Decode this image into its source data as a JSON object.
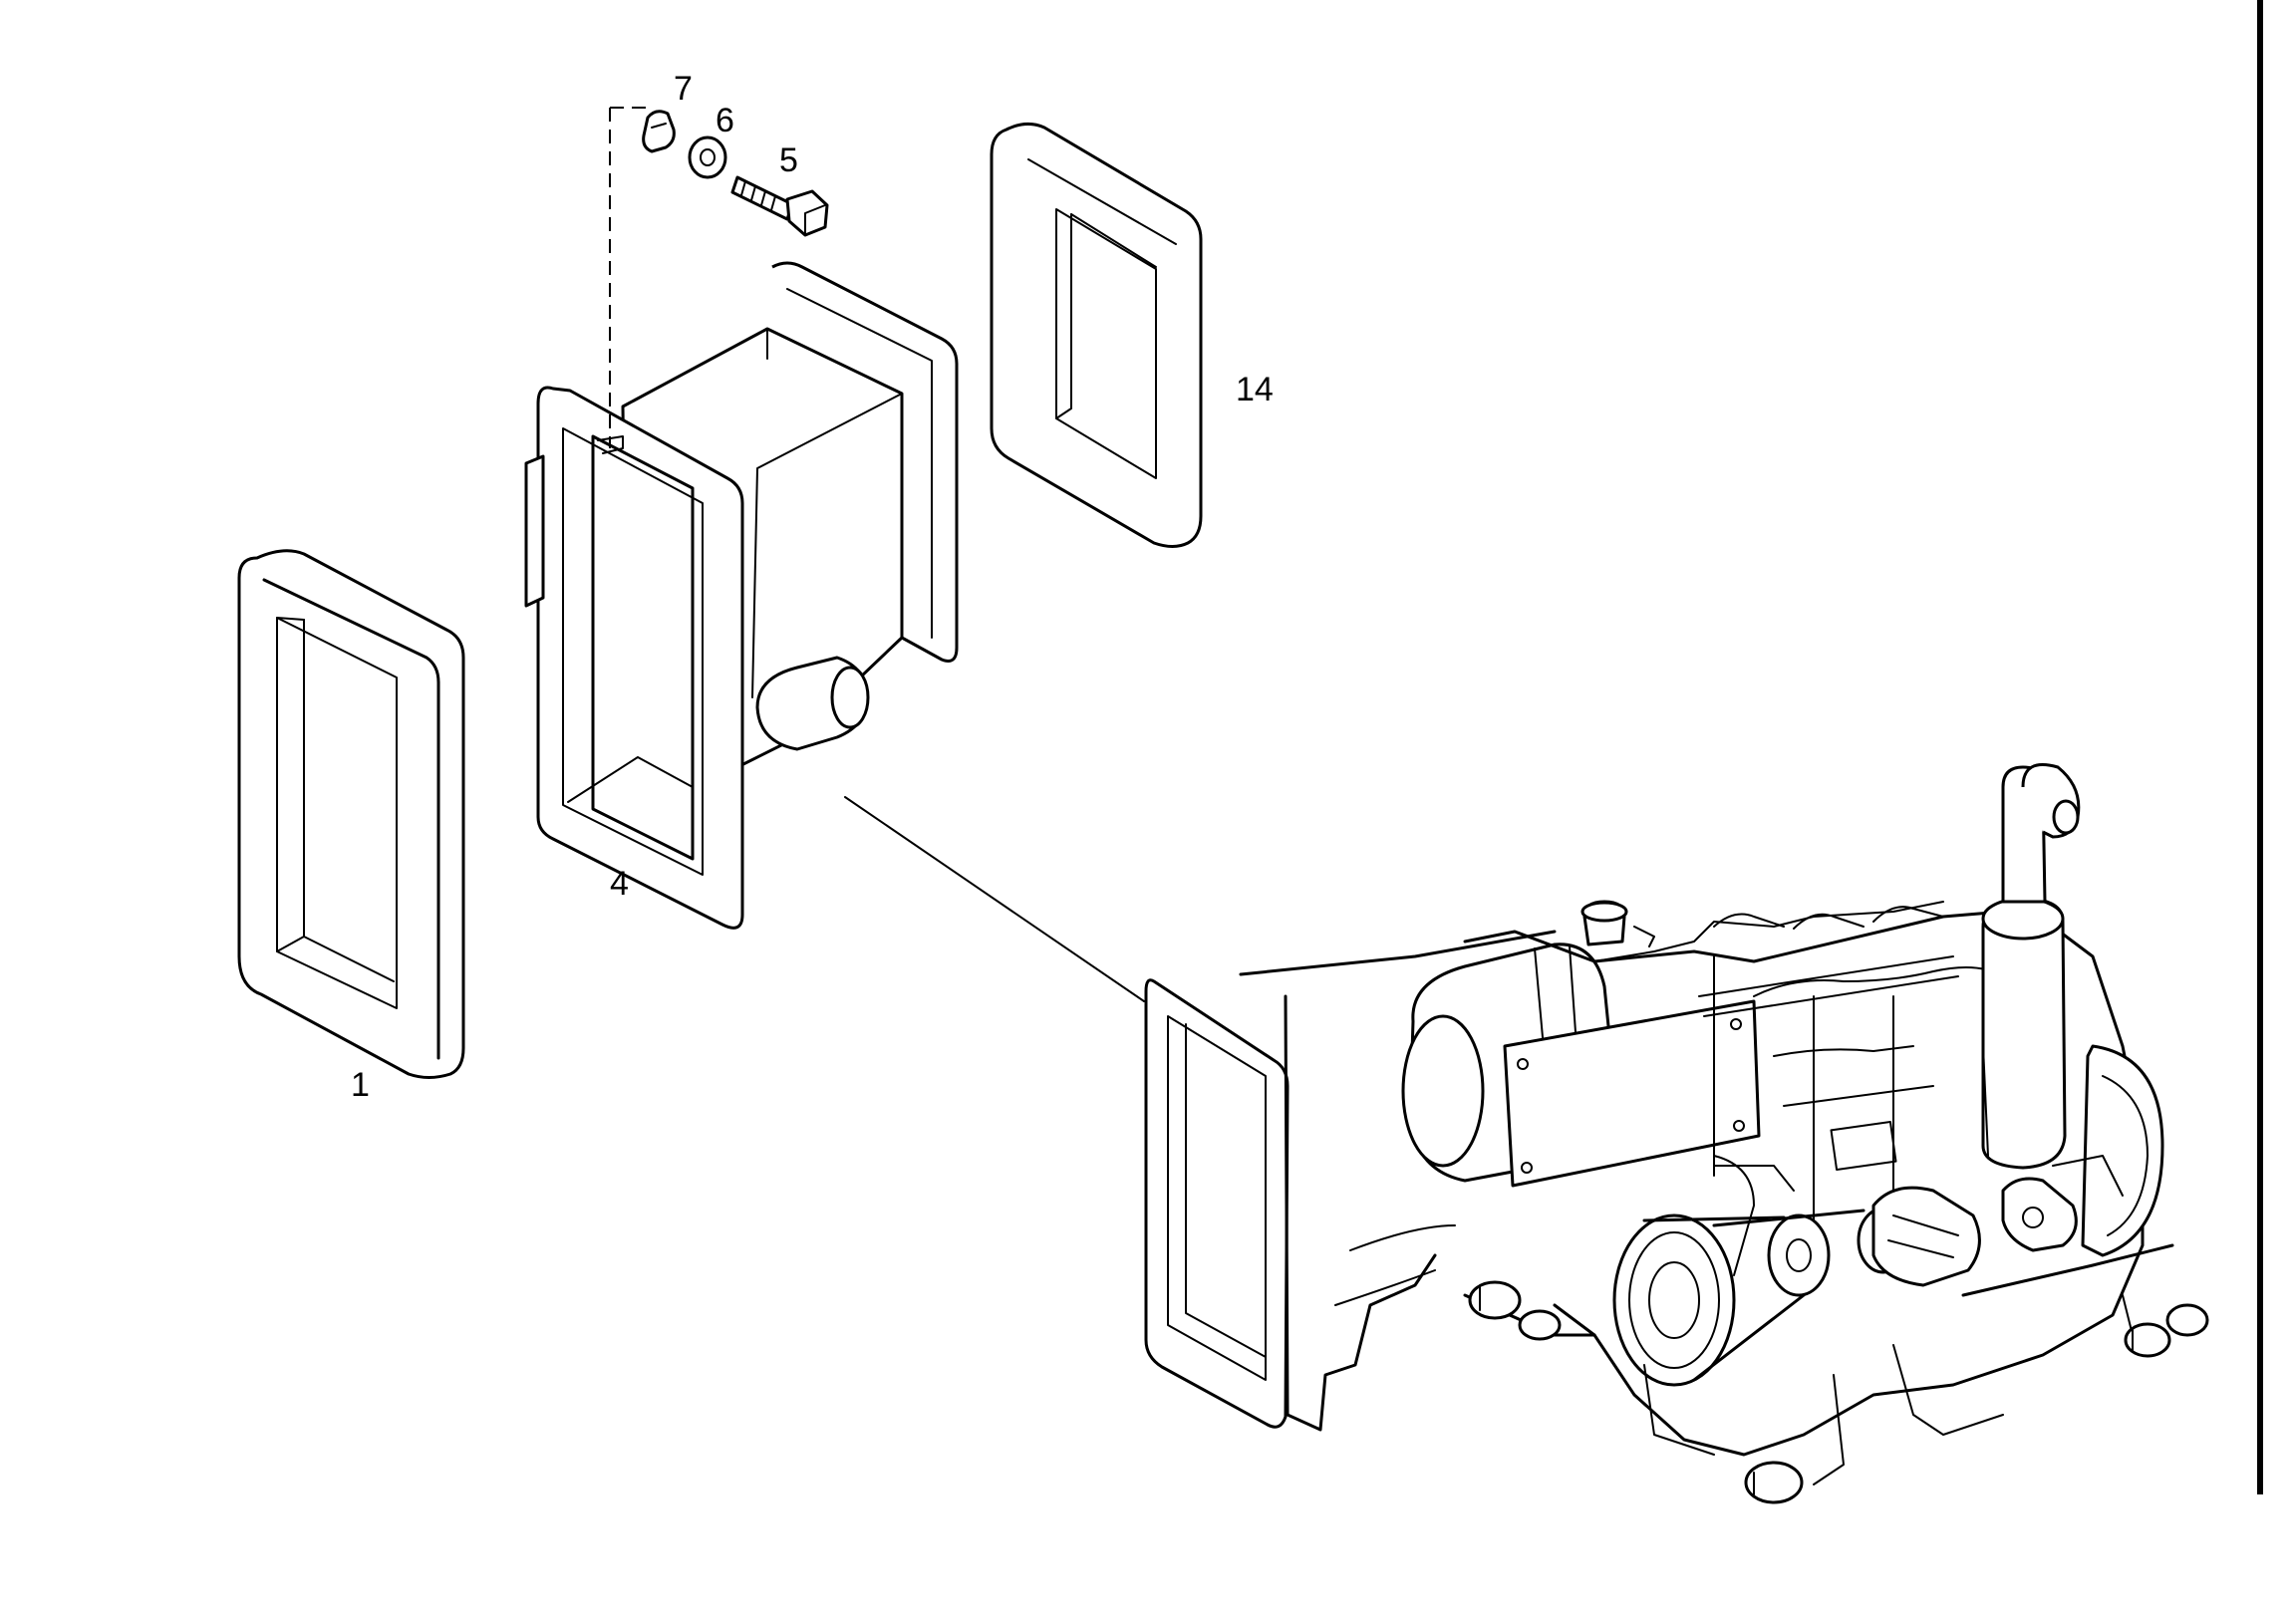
{
  "diagram": {
    "kind": "exploded-parts-view",
    "callouts": {
      "part_1": "1",
      "part_4": "4",
      "part_5": "5",
      "part_6": "6",
      "part_7": "7",
      "part_14": "14"
    }
  }
}
